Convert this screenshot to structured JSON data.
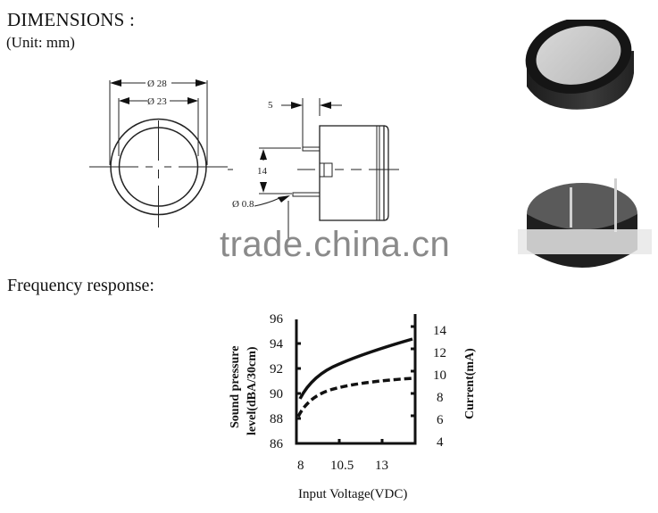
{
  "header": {
    "title": "DIMENSIONS :",
    "unit": "(Unit: mm)"
  },
  "drawing": {
    "front_view": {
      "outer_diameter_label": "Ø 28",
      "inner_diameter_label": "Ø 23"
    },
    "side_view": {
      "pin_offset_label": "5",
      "pin_spacing_label": "14",
      "pin_diameter_label": "Ø 0.8"
    }
  },
  "watermark": "trade.china.cn",
  "section_title": "Frequency response:",
  "colors": {
    "line": "#111111",
    "watermark": "#8a8a8a",
    "product_body": "#2a2a2a",
    "product_face": "#c9c9c9"
  },
  "chart_data": {
    "type": "line",
    "title": "",
    "xlabel": "Input Voltage(VDC)",
    "ylabel": "Sound pressure level(dBA/30cm)",
    "y2label": "Current(mA)",
    "x_ticks": [
      "8",
      "10.5",
      "13"
    ],
    "y_ticks": [
      "96",
      "94",
      "92",
      "90",
      "88",
      "86"
    ],
    "y2_ticks": [
      "14",
      "12",
      "10",
      "8",
      "6",
      "4"
    ],
    "xlim": [
      8,
      15
    ],
    "ylim": [
      86,
      96
    ],
    "y2lim": [
      4,
      14
    ],
    "grid": false,
    "legend": "none",
    "x": [
      8,
      8.5,
      9,
      10,
      10.5,
      11,
      12,
      13,
      14,
      15
    ],
    "series": [
      {
        "name": "Sound pressure level (solid)",
        "axis": "left",
        "style": "solid",
        "values": [
          89.5,
          90.4,
          91.0,
          91.8,
          92.1,
          92.4,
          92.8,
          93.1,
          93.4,
          93.8
        ]
      },
      {
        "name": "Current (dashed)",
        "axis": "right",
        "style": "dashed",
        "values": [
          6.5,
          7.4,
          7.9,
          8.4,
          8.6,
          8.8,
          9.0,
          9.2,
          9.4,
          9.6
        ]
      }
    ]
  }
}
